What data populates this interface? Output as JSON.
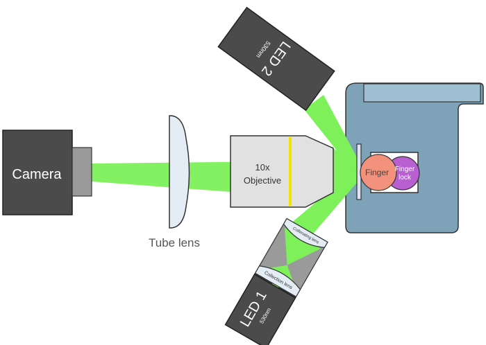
{
  "camera": {
    "label": "Camera"
  },
  "tube_lens": {
    "label": "Tube lens"
  },
  "objective": {
    "magnification": "10x",
    "label": "Objective"
  },
  "led2": {
    "label": "LED 2",
    "wavelength": "530nm"
  },
  "led1": {
    "label": "LED 1",
    "wavelength": "530nm"
  },
  "collimating_lens": {
    "label": "Collimating lens"
  },
  "collection_lens": {
    "label": "Collection lens"
  },
  "finger": {
    "label": "Finger"
  },
  "finger_lock": {
    "line1": "Finger",
    "line2": "lock"
  },
  "colors": {
    "beam": "#7df05a",
    "housing": "#4b4b4b",
    "mount": "#7ea2b8",
    "objective_body": "#e1e1e1",
    "finger": "#f3927c",
    "finger_lock": "#b85fd2",
    "lens_glass": "#e4ecf6"
  }
}
